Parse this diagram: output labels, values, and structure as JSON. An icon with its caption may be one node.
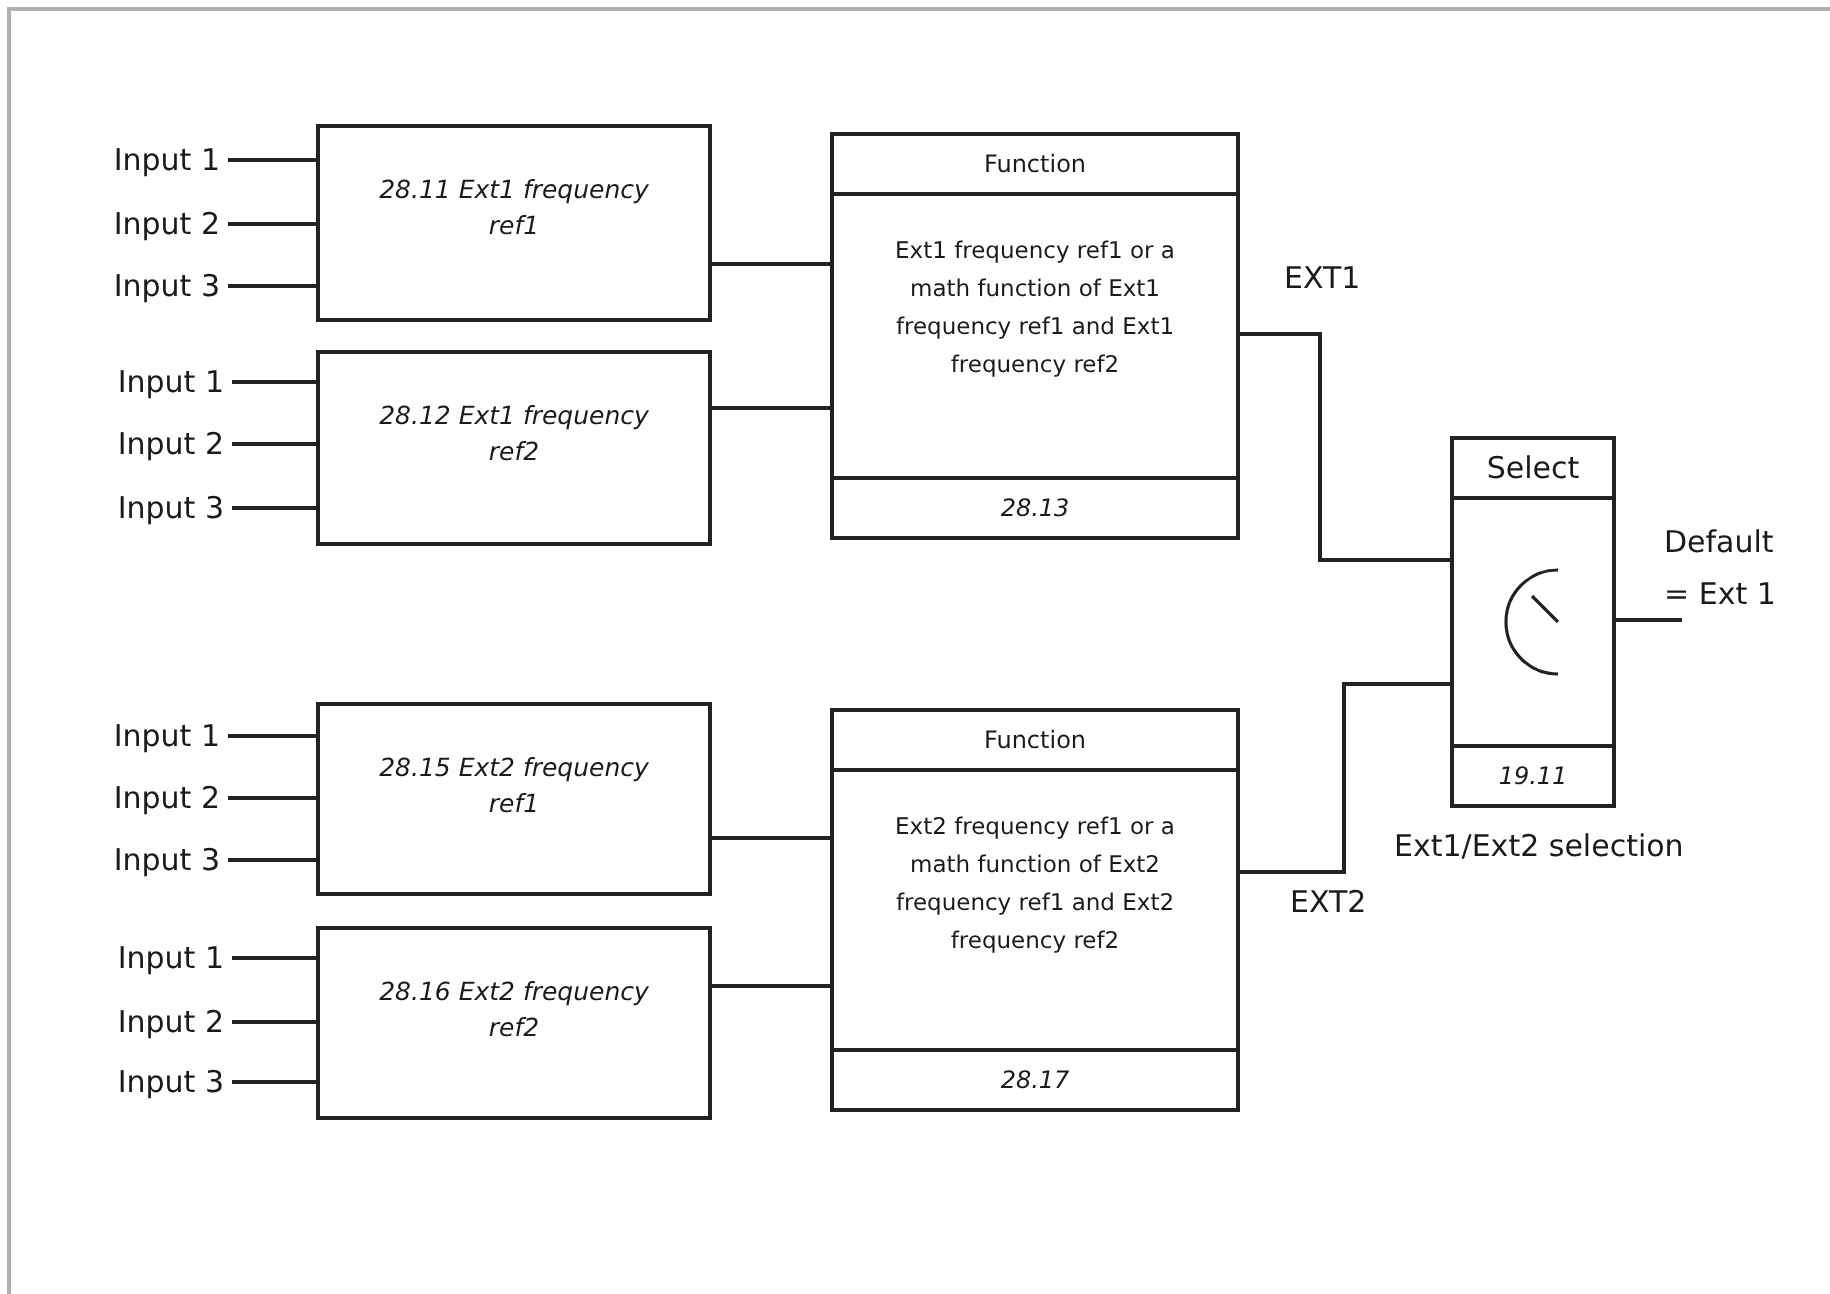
{
  "diagram": {
    "nodes": [
      {
        "text": [
          "Input 1"
        ]
      },
      {
        "text": [
          "Input 2"
        ]
      },
      {
        "text": [
          "Input 3"
        ]
      },
      {
        "text": [
          "28.11 Ext1 frequency ref1"
        ]
      },
      {
        "text": [
          "Input 1"
        ]
      },
      {
        "text": [
          "Input 2"
        ]
      },
      {
        "text": [
          "Input 3"
        ]
      },
      {
        "text": [
          "28.12 Ext1 frequency ref2"
        ]
      },
      {
        "text": [
          "Function",
          "Ext1 frequency ref1 or a math function of Ext1 frequency ref1 and Ext1 frequency ref2",
          "28.13"
        ]
      },
      {
        "text": [
          "Select",
          "19.11"
        ],
        "beside": [
          "Ext1/Ext2 selection"
        ]
      },
      {
        "text": [
          "Input 1"
        ]
      },
      {
        "text": [
          "Input 2"
        ]
      },
      {
        "text": [
          "Input 3"
        ]
      },
      {
        "text": [
          "28.15 Ext2 frequency ref1"
        ]
      },
      {
        "text": [
          "Input 1"
        ]
      },
      {
        "text": [
          "Input 2"
        ]
      },
      {
        "text": [
          "Input 3"
        ]
      },
      {
        "text": [
          "28.16 Ext2 frequency ref2"
        ]
      },
      {
        "text": [
          "Function",
          "Ext2 frequency ref1 or a math function of Ext2 frequency ref1 and Ext2 frequency ref2",
          "28.17"
        ]
      },
      {
        "text": [
          "Default = Ext 1"
        ]
      }
    ],
    "edges": [
      {
        "from": 0,
        "to": 3,
        "arrow": "none"
      },
      {
        "from": 1,
        "to": 3,
        "arrow": "none"
      },
      {
        "from": 2,
        "to": 3,
        "arrow": "none"
      },
      {
        "from": 4,
        "to": 7,
        "arrow": "none"
      },
      {
        "from": 5,
        "to": 7,
        "arrow": "none"
      },
      {
        "from": 6,
        "to": 7,
        "arrow": "none"
      },
      {
        "from": 3,
        "to": 8,
        "arrow": "none"
      },
      {
        "from": 7,
        "to": 8,
        "arrow": "none"
      },
      {
        "from": 8,
        "to": 9,
        "label": "EXT1",
        "arrow": "none"
      },
      {
        "from": 10,
        "to": 13,
        "arrow": "none"
      },
      {
        "from": 11,
        "to": 13,
        "arrow": "none"
      },
      {
        "from": 12,
        "to": 13,
        "arrow": "none"
      },
      {
        "from": 14,
        "to": 17,
        "arrow": "none"
      },
      {
        "from": 15,
        "to": 17,
        "arrow": "none"
      },
      {
        "from": 16,
        "to": 17,
        "arrow": "none"
      },
      {
        "from": 13,
        "to": 18,
        "arrow": "none"
      },
      {
        "from": 17,
        "to": 18,
        "arrow": "none"
      },
      {
        "from": 18,
        "to": 9,
        "label": "EXT2",
        "arrow": "none"
      },
      {
        "from": 9,
        "to": 19,
        "arrow": "none"
      }
    ]
  }
}
